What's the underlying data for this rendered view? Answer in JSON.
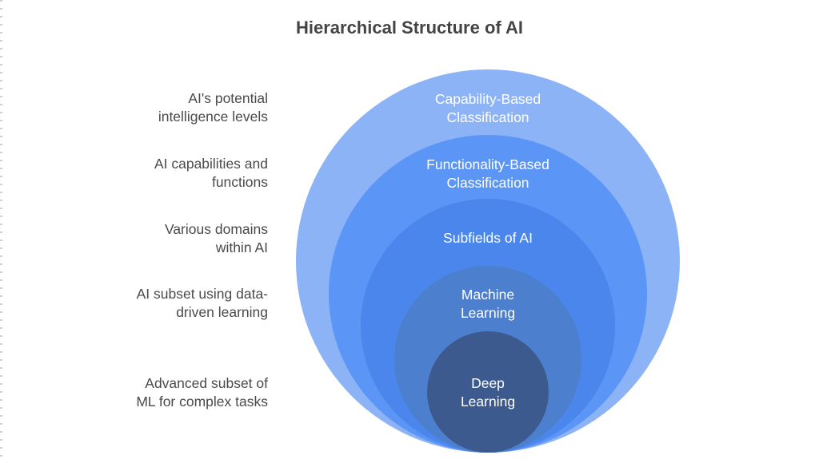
{
  "title": "Hierarchical Structure of AI",
  "levels": [
    {
      "name_lines": [
        "Capability-Based",
        "Classification"
      ],
      "description_lines": [
        "AI's potential",
        "intelligence levels"
      ],
      "color": "#8db3f7"
    },
    {
      "name_lines": [
        "Functionality-Based",
        "Classification"
      ],
      "description_lines": [
        "AI capabilities and",
        "functions"
      ],
      "color": "#5b95f5"
    },
    {
      "name_lines": [
        "Subfields of AI"
      ],
      "description_lines": [
        "Various domains",
        "within AI"
      ],
      "color": "#4a86ec"
    },
    {
      "name_lines": [
        "Machine",
        "Learning"
      ],
      "description_lines": [
        "AI subset using data-",
        "driven learning"
      ],
      "color": "#4d7fcf"
    },
    {
      "name_lines": [
        "Deep",
        "Learning"
      ],
      "description_lines": [
        "Advanced subset of",
        "ML for complex tasks"
      ],
      "color": "#3d5a8f"
    }
  ]
}
